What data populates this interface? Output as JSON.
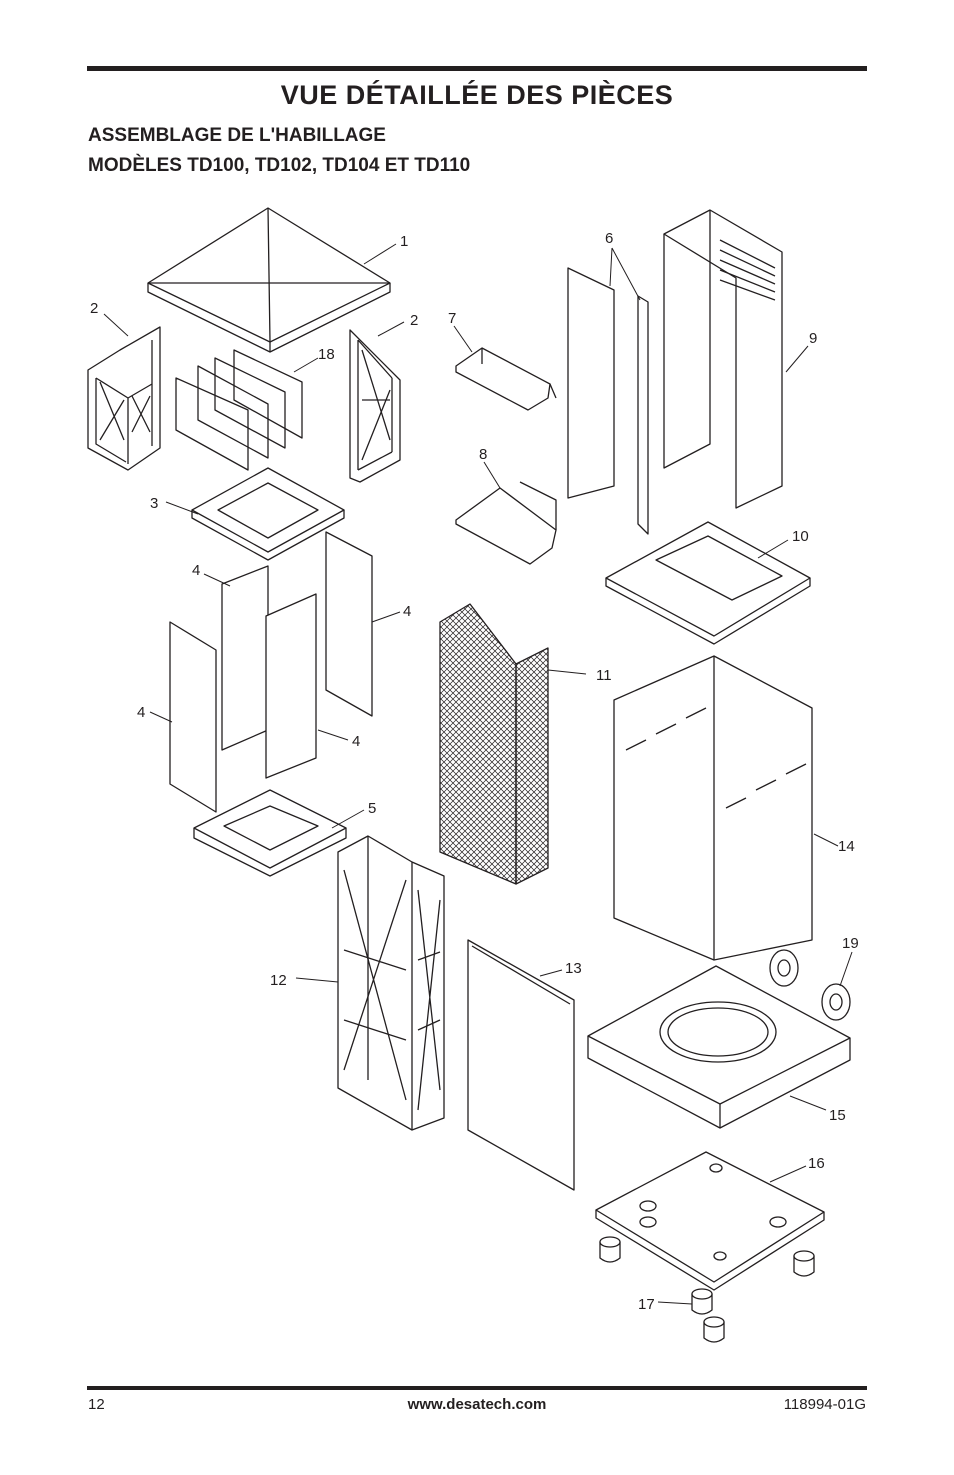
{
  "header": {
    "title": "VUE DÉTAILLÉE DES PIÈCES",
    "subtitle_line1": "ASSEMBLAGE DE L'HABILLAGE",
    "subtitle_line2": "MODÈLES TD100, TD102, TD104 ET TD110"
  },
  "callouts": [
    "1",
    "2",
    "2",
    "18",
    "3",
    "4",
    "4",
    "4",
    "4",
    "5",
    "6",
    "7",
    "8",
    "9",
    "10",
    "11",
    "14",
    "19",
    "12",
    "13",
    "15",
    "16",
    "17"
  ],
  "footer": {
    "page_number": "12",
    "website": "www.desatech.com",
    "document_code": "118994-01G"
  }
}
